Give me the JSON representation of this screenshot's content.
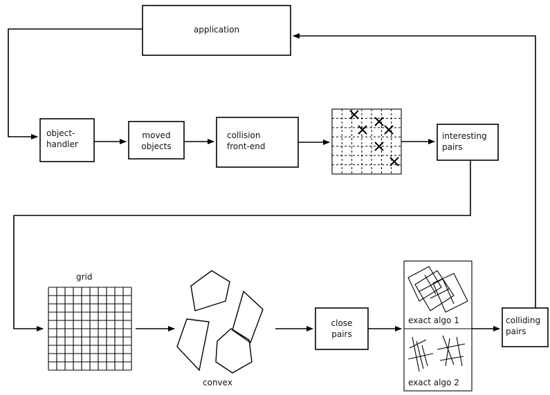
{
  "nodes": {
    "application": "application",
    "object_handler": [
      "object-",
      "handler"
    ],
    "moved_objects": [
      "moved",
      "objects"
    ],
    "collision_front_end": [
      "collision",
      "front-end"
    ],
    "interesting_pairs": [
      "interesting",
      "pairs"
    ],
    "grid": "grid",
    "convex": "convex",
    "close_pairs": [
      "close",
      "pairs"
    ],
    "exact_algo_1": "exact algo 1",
    "exact_algo_2": "exact algo 2",
    "colliding_pairs": [
      "colliding",
      "pairs"
    ]
  }
}
